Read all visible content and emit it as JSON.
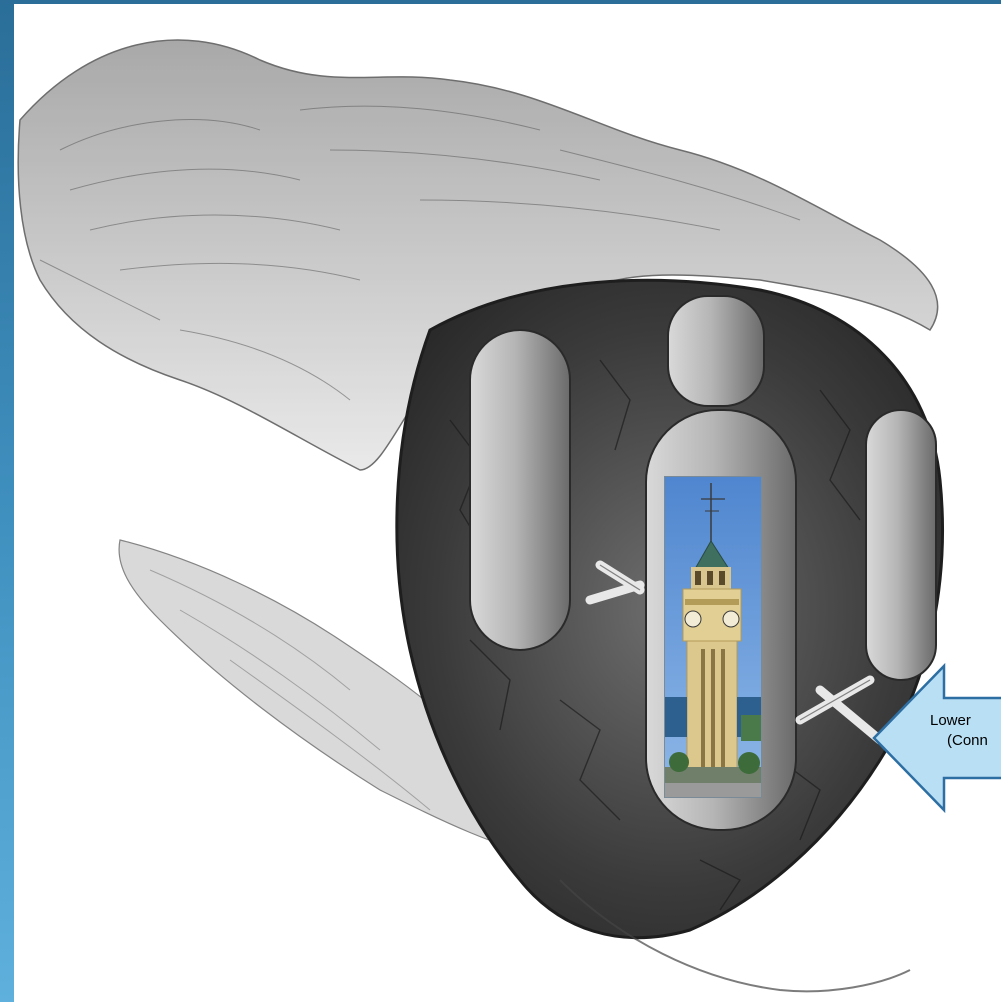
{
  "callout": {
    "line1": "Lower",
    "line2": "(Conn"
  },
  "colors": {
    "accent_bar": "#3f8fbe",
    "arrow_fill": "#b9dff5",
    "arrow_stroke": "#2e6fa3",
    "sketch_ink": "#3a3a3a"
  },
  "icons": {
    "arrow": "left-arrow-callout",
    "photo": "clock-tower-photo"
  }
}
